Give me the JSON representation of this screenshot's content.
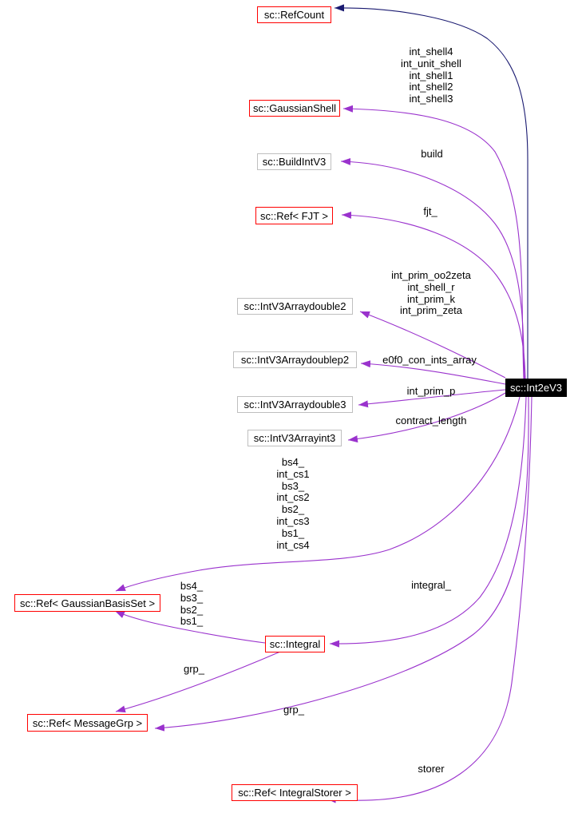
{
  "diagram": {
    "kind": "doxygen-collaboration-graph",
    "main_class": "sc::Int2eV3"
  },
  "colors": {
    "inheritance_edge": "#191970",
    "usage_edge": "#9a32cd",
    "linked_node_border": "#ff0000",
    "plain_node_border": "#bfbfbf",
    "main_node_background": "#000000",
    "main_node_text": "#ffffff"
  },
  "nodes": [
    {
      "label": "sc::RefCount"
    },
    {
      "label": "sc::GaussianShell"
    },
    {
      "label": "sc::BuildIntV3"
    },
    {
      "label": "sc::Ref< FJT >"
    },
    {
      "label": "sc::IntV3Arraydouble2"
    },
    {
      "label": "sc::IntV3Arraydoublep2"
    },
    {
      "label": "sc::IntV3Arraydouble3"
    },
    {
      "label": "sc::IntV3Arrayint3"
    },
    {
      "label": "sc::Int2eV3"
    },
    {
      "label": "sc::Ref< GaussianBasisSet >"
    },
    {
      "label": "sc::Integral"
    },
    {
      "label": "sc::Ref< MessageGrp >"
    },
    {
      "label": "sc::Ref< IntegralStorer >"
    }
  ],
  "edges": [
    {
      "from": "sc::Int2eV3",
      "to": "sc::RefCount",
      "relation": "inheritance",
      "labels": []
    },
    {
      "from": "sc::Int2eV3",
      "to": "sc::GaussianShell",
      "relation": "usage",
      "labels": [
        "int_shell4",
        "int_unit_shell",
        "int_shell1",
        "int_shell2",
        "int_shell3"
      ]
    },
    {
      "from": "sc::Int2eV3",
      "to": "sc::BuildIntV3",
      "relation": "usage",
      "labels": [
        "build"
      ]
    },
    {
      "from": "sc::Int2eV3",
      "to": "sc::Ref< FJT >",
      "relation": "usage",
      "labels": [
        "fjt_"
      ]
    },
    {
      "from": "sc::Int2eV3",
      "to": "sc::IntV3Arraydouble2",
      "relation": "usage",
      "labels": [
        "int_prim_oo2zeta",
        "int_shell_r",
        "int_prim_k",
        "int_prim_zeta"
      ]
    },
    {
      "from": "sc::Int2eV3",
      "to": "sc::IntV3Arraydoublep2",
      "relation": "usage",
      "labels": [
        "e0f0_con_ints_array"
      ]
    },
    {
      "from": "sc::Int2eV3",
      "to": "sc::IntV3Arraydouble3",
      "relation": "usage",
      "labels": [
        "int_prim_p"
      ]
    },
    {
      "from": "sc::Int2eV3",
      "to": "sc::IntV3Arrayint3",
      "relation": "usage",
      "labels": [
        "contract_length"
      ]
    },
    {
      "from": "sc::Int2eV3",
      "to": "sc::Ref< GaussianBasisSet >",
      "relation": "usage",
      "labels": [
        "bs4_",
        "int_cs1",
        "bs3_",
        "int_cs2",
        "bs2_",
        "int_cs3",
        "bs1_",
        "int_cs4"
      ]
    },
    {
      "from": "sc::Integral",
      "to": "sc::Ref< GaussianBasisSet >",
      "relation": "usage",
      "labels": [
        "bs4_",
        "bs3_",
        "bs2_",
        "bs1_"
      ]
    },
    {
      "from": "sc::Int2eV3",
      "to": "sc::Integral",
      "relation": "usage",
      "labels": [
        "integral_"
      ]
    },
    {
      "from": "sc::Integral",
      "to": "sc::Ref< MessageGrp >",
      "relation": "usage",
      "labels": [
        "grp_"
      ]
    },
    {
      "from": "sc::Int2eV3",
      "to": "sc::Ref< MessageGrp >",
      "relation": "usage",
      "labels": [
        "grp_"
      ]
    },
    {
      "from": "sc::Int2eV3",
      "to": "sc::Ref< IntegralStorer >",
      "relation": "usage",
      "labels": [
        "storer"
      ]
    }
  ]
}
